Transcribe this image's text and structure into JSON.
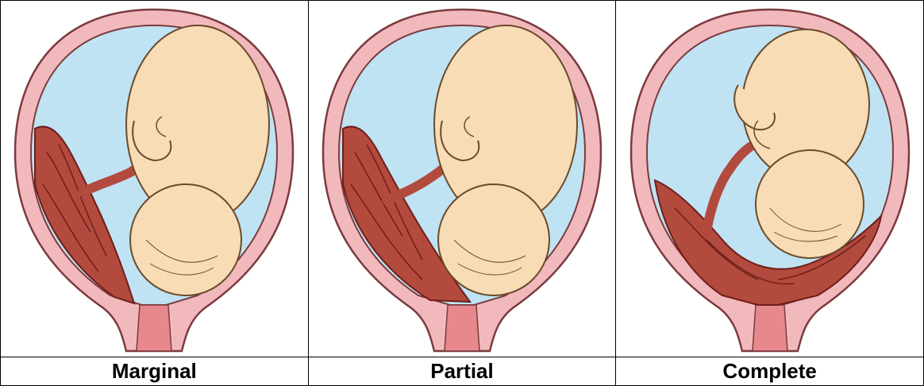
{
  "panels": [
    {
      "id": "marginal",
      "label": "Marginal"
    },
    {
      "id": "partial",
      "label": "Partial"
    },
    {
      "id": "complete",
      "label": "Complete"
    }
  ],
  "colors": {
    "uterine_wall": "#f2b9bc",
    "wall_stroke": "#7a3b3e",
    "amniotic_fluid": "#bfe3f2",
    "fetus_skin": "#f7dcb6",
    "placenta": "#b34a3e",
    "placenta_dark": "#6e1e1a",
    "cervix": "#e7888d"
  }
}
